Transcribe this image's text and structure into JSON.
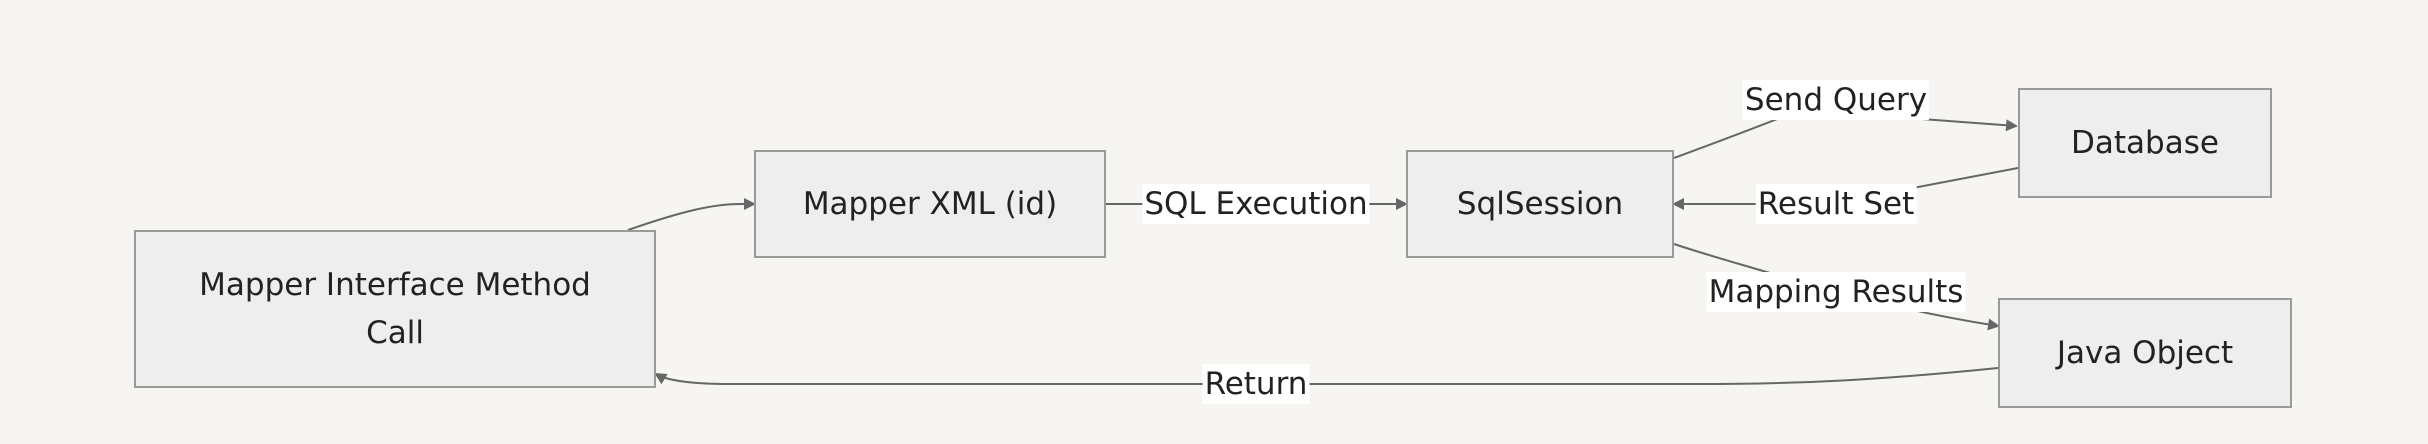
{
  "nodes": {
    "mapper_interface": "Mapper Interface Method Call",
    "mapper_xml": "Mapper XML (id)",
    "sqlsession": "SqlSession",
    "database": "Database",
    "java_object": "Java Object"
  },
  "edges": {
    "sql_execution": "SQL Execution",
    "send_query": "Send Query",
    "result_set": "Result Set",
    "mapping_results": "Mapping Results",
    "return": "Return"
  },
  "colors": {
    "background": "#f6f5f2",
    "node_fill": "#eeeeee",
    "node_border": "#9a9a9a",
    "edge": "#666666"
  }
}
